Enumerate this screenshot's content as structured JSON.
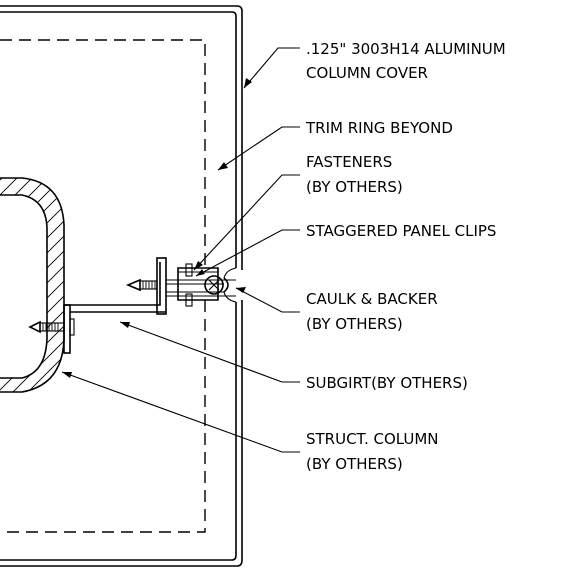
{
  "callouts": {
    "cover_line1": ".125\" 3003H14 ALUMINUM",
    "cover_line2": "COLUMN COVER",
    "trim": "TRIM RING BEYOND",
    "fasteners_line1": "FASTENERS",
    "fasteners_line2": "(BY OTHERS)",
    "clips": "STAGGERED PANEL CLIPS",
    "caulk_line1": "CAULK & BACKER",
    "caulk_line2": "(BY OTHERS)",
    "subgirt": "SUBGIRT(BY OTHERS)",
    "column_line1": "STRUCT. COLUMN",
    "column_line2": "(BY OTHERS)"
  }
}
